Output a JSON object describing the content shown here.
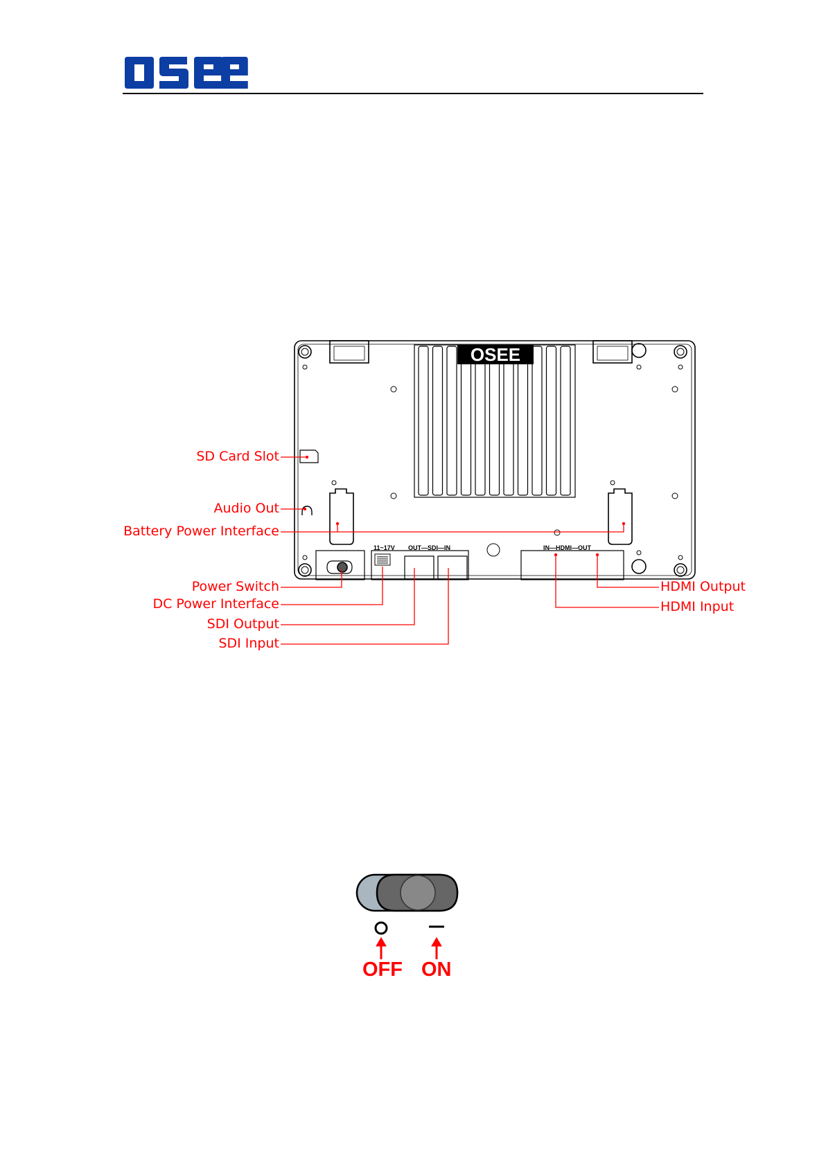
{
  "header": {
    "logo_text": "OSEE"
  },
  "diagram": {
    "panel_labels": {
      "dc_voltage": "11~17V",
      "sdi": "OUT—SDI—IN",
      "hdmi": "IN—HDMI—OUT"
    },
    "callouts": [
      "SD Card Slot",
      "Audio Out",
      "Battery Power Interface",
      "Power Switch",
      "DC Power Interface",
      "SDI Output",
      "SDI Input",
      "HDMI Output",
      "HDMI Input"
    ]
  },
  "power_switch": {
    "off_label": "OFF",
    "on_label": "ON"
  },
  "colors": {
    "callout": "#ff0000",
    "logo": "#0c3ea3",
    "rule": "#000000"
  }
}
